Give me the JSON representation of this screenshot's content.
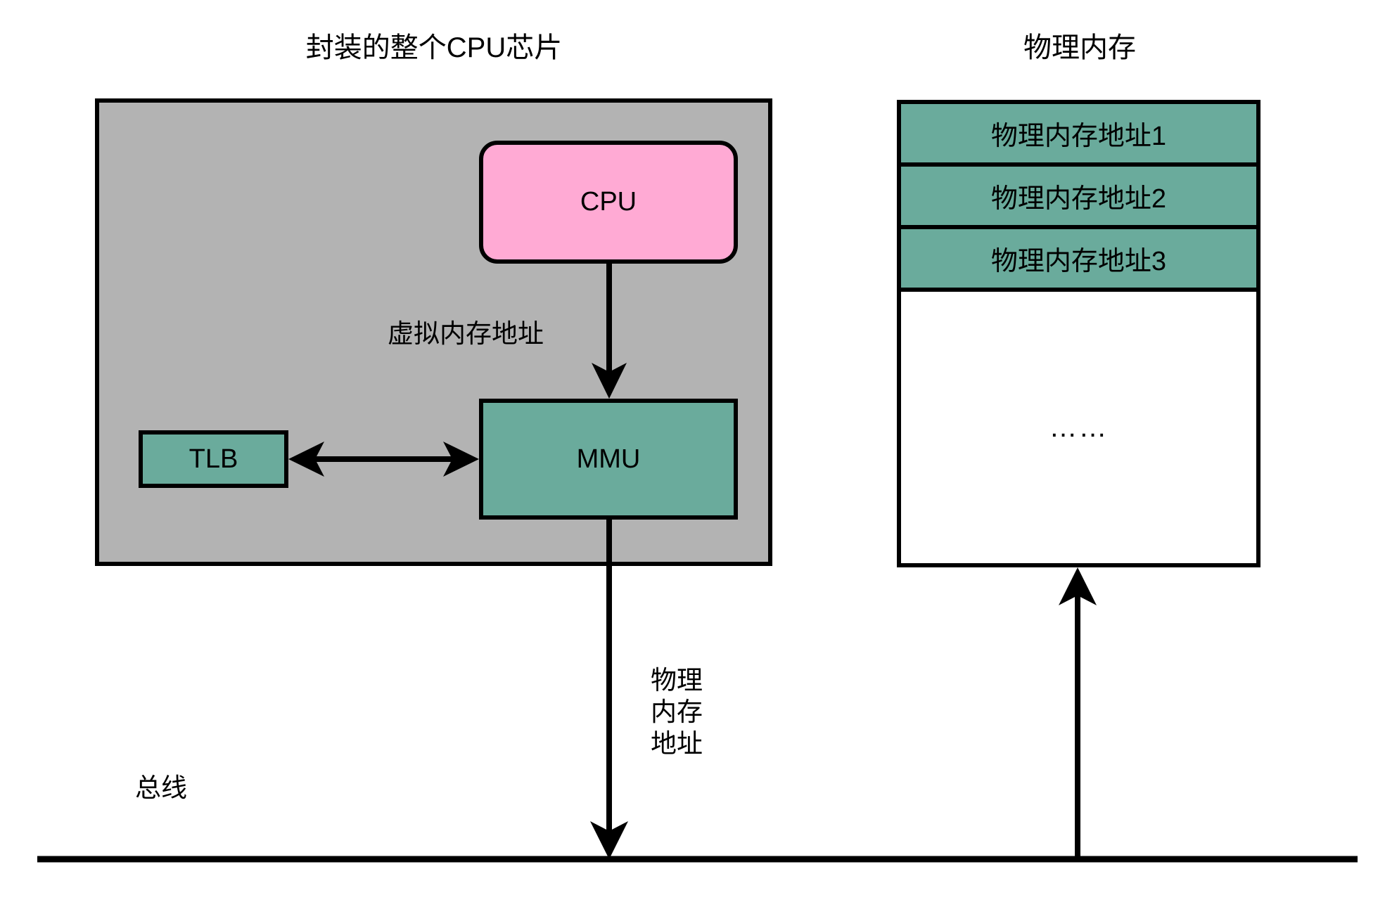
{
  "titles": {
    "chip": "封装的整个CPU芯片",
    "memory": "物理内存"
  },
  "nodes": {
    "cpu": "CPU",
    "mmu": "MMU",
    "tlb": "TLB"
  },
  "edges": {
    "virtual_address": "虚拟内存地址",
    "physical_address_line1": "物理",
    "physical_address_line2": "内存",
    "physical_address_line3": "地址"
  },
  "bus": {
    "label": "总线"
  },
  "memory": {
    "cells": [
      "物理内存地址1",
      "物理内存地址2",
      "物理内存地址3"
    ],
    "ellipsis": "……"
  },
  "colors": {
    "chip_fill": "#b3b3b3",
    "cpu_fill": "#ffaad4",
    "unit_fill": "#6aab9c",
    "memory_cell_fill": "#6aab9c",
    "stroke": "#000000",
    "page_background": "#ffffff"
  }
}
